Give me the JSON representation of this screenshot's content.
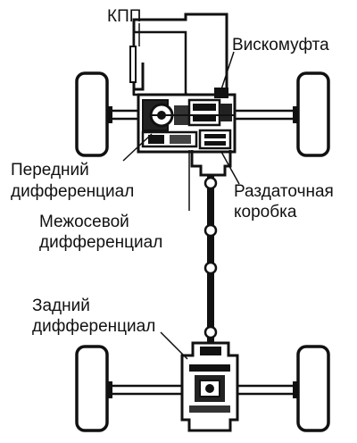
{
  "labels": {
    "gearbox": "КПП",
    "viscous_coupling": "Вискомуфта",
    "front_diff_line1": "Передний",
    "front_diff_line2": "дифференциал",
    "transfer_line1": "Раздаточная",
    "transfer_line2": "коробка",
    "center_diff_line1": "Межосевой",
    "center_diff_line2": "дифференциал",
    "rear_diff_line1": "Задний",
    "rear_diff_line2": "дифференциал"
  },
  "colors": {
    "ink": "#111111",
    "paper": "#ffffff",
    "shade": "#444444"
  }
}
